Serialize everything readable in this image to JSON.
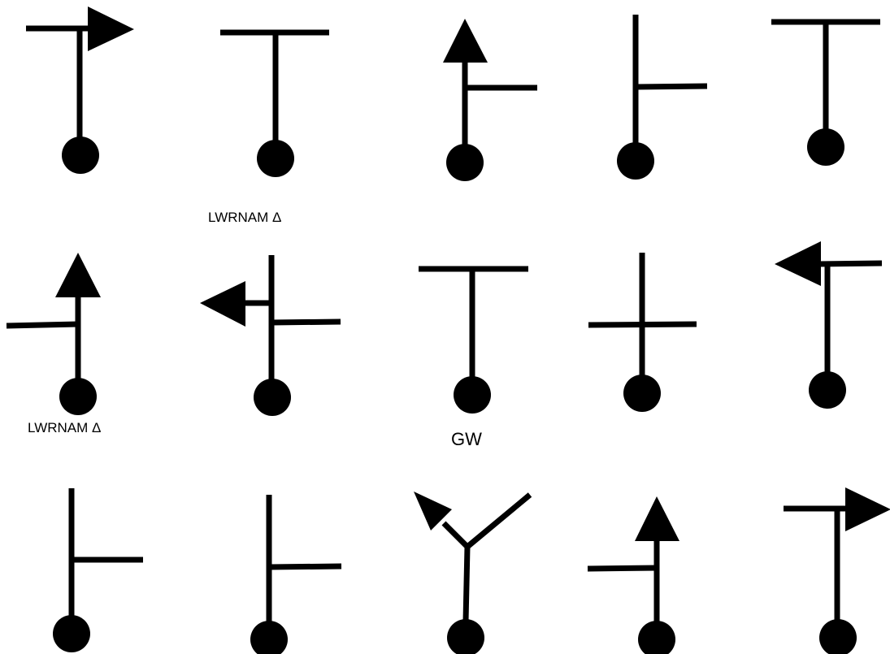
{
  "diagram": {
    "ink_color": "#000000",
    "background_color": "#ffffff",
    "symbols": [
      {
        "name": "symbol-1",
        "icon": "circle-stem-right-flag-icon"
      },
      {
        "name": "symbol-2",
        "icon": "circle-stem-top-bar-icon"
      },
      {
        "name": "symbol-3",
        "icon": "circle-stem-up-arrow-right-branch-icon"
      },
      {
        "name": "symbol-4",
        "icon": "circle-stem-right-branch-icon"
      },
      {
        "name": "symbol-5",
        "icon": "circle-stem-top-bar-icon"
      },
      {
        "name": "symbol-6",
        "icon": "circle-stem-up-arrow-left-branch-icon"
      },
      {
        "name": "symbol-7",
        "icon": "circle-stem-left-arrow-right-branch-icon"
      },
      {
        "name": "symbol-8",
        "icon": "circle-stem-top-bar-icon"
      },
      {
        "name": "symbol-9",
        "icon": "circle-stem-crossbar-icon"
      },
      {
        "name": "symbol-10",
        "icon": "circle-stem-left-flag-icon"
      },
      {
        "name": "symbol-11",
        "icon": "circle-stem-right-branch-icon"
      },
      {
        "name": "symbol-12",
        "icon": "circle-stem-right-branch-icon"
      },
      {
        "name": "symbol-13",
        "icon": "circle-stem-y-arrow-icon"
      },
      {
        "name": "symbol-14",
        "icon": "circle-stem-up-arrow-left-branch-icon"
      },
      {
        "name": "symbol-15",
        "icon": "circle-stem-right-flag-icon"
      }
    ],
    "labels": [
      {
        "text": "LWRNAM Δ"
      },
      {
        "text": "LWRNAM Δ"
      },
      {
        "text": "GW"
      }
    ]
  }
}
